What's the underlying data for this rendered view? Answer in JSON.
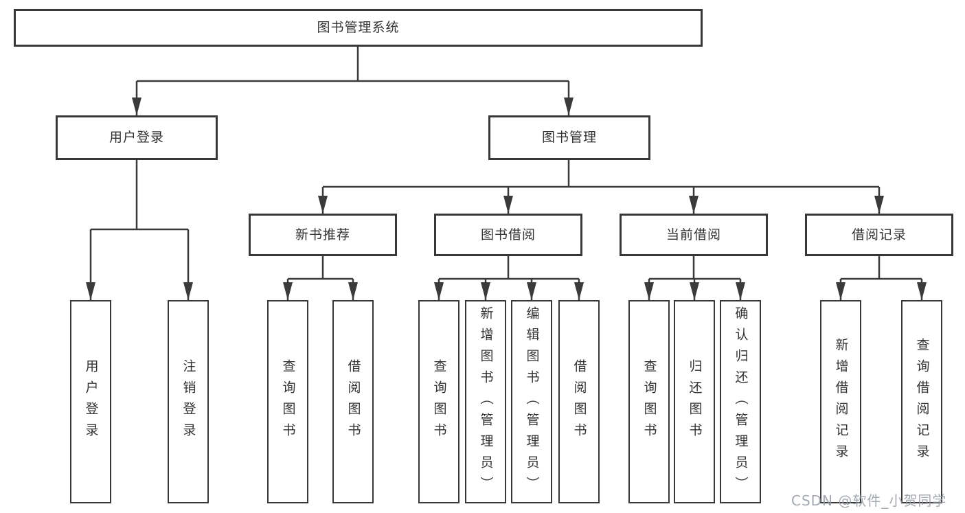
{
  "tree": {
    "label": "图书管理系统",
    "children": [
      {
        "label": "用户登录",
        "children": [
          {
            "label": "用户登录"
          },
          {
            "label": "注销登录"
          }
        ]
      },
      {
        "label": "图书管理",
        "children": [
          {
            "label": "新书推荐",
            "children": [
              {
                "label": "查询图书"
              },
              {
                "label": "借阅图书"
              }
            ]
          },
          {
            "label": "图书借阅",
            "children": [
              {
                "label": "查询图书"
              },
              {
                "label": "新增图书（管理员）"
              },
              {
                "label": "编辑图书（管理员）"
              },
              {
                "label": "借阅图书"
              }
            ]
          },
          {
            "label": "当前借阅",
            "children": [
              {
                "label": "查询图书"
              },
              {
                "label": "归还图书"
              },
              {
                "label": "确认归还（管理员）"
              }
            ]
          },
          {
            "label": "借阅记录",
            "children": [
              {
                "label": "新增借阅记录"
              },
              {
                "label": "查询借阅记录"
              }
            ]
          }
        ]
      }
    ]
  },
  "colors": {
    "line": "#3a3a3a",
    "border": "#383838",
    "text": "#333333",
    "watermark": "#9499a1"
  },
  "watermark": {
    "text": "CSDN @软件_小贺同学"
  }
}
